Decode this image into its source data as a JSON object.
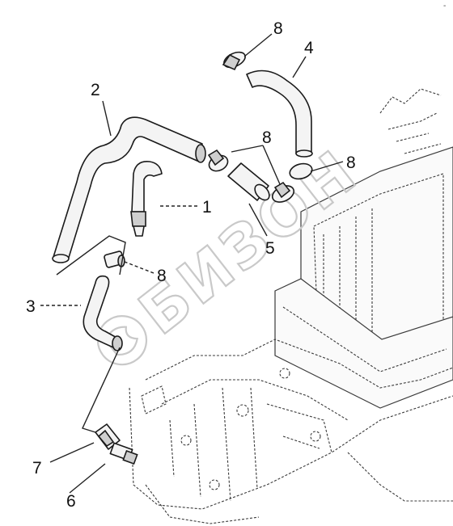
{
  "watermark": {
    "text": "БИЗОН"
  },
  "callouts": {
    "part1": "1",
    "part2": "2",
    "part3": "3",
    "part4": "4",
    "part5": "5",
    "part6": "6",
    "part7": "7",
    "clamp_top": "8",
    "clamp_middle": "8",
    "clamp_right": "8",
    "clamp_left": "8"
  },
  "corner_mark": "-"
}
